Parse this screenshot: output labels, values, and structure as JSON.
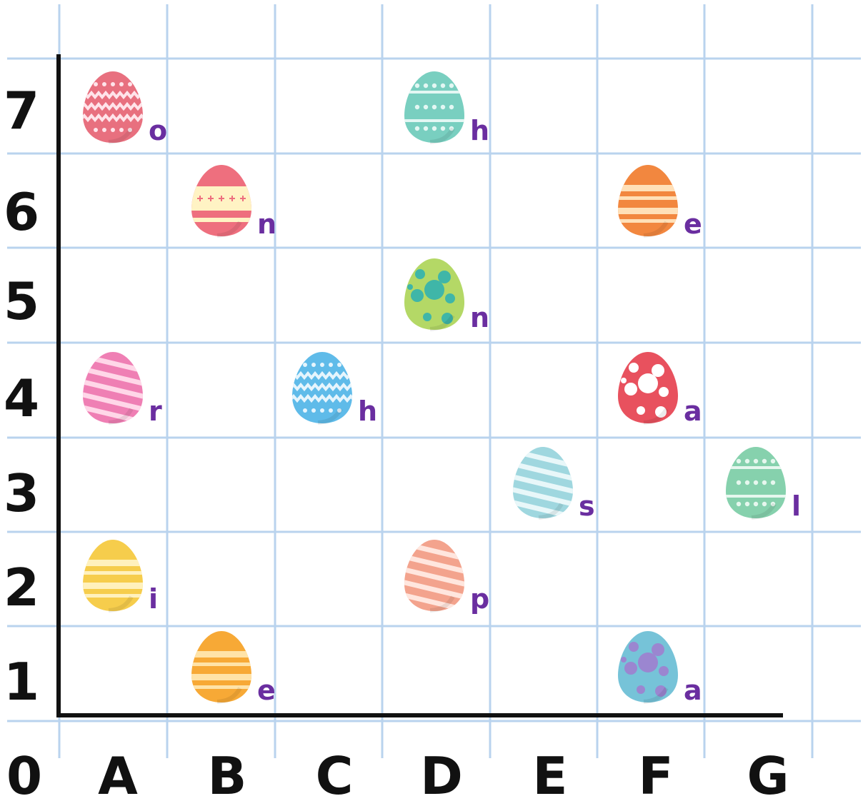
{
  "grid": {
    "columns": [
      "A",
      "B",
      "C",
      "D",
      "E",
      "F",
      "G"
    ],
    "rows": [
      "1",
      "2",
      "3",
      "4",
      "5",
      "6",
      "7"
    ],
    "origin_label": "0",
    "gridline_color": "#b9d3ee",
    "axis_color": "#111111",
    "letter_color": "#6a2ea0"
  },
  "eggs": [
    {
      "col": "A",
      "row": 7,
      "letter": "o",
      "base": "#e8707f",
      "accent": "#ffe4ea",
      "pattern": "zigzag"
    },
    {
      "col": "D",
      "row": 7,
      "letter": "h",
      "base": "#79cfc0",
      "accent": "#e3f7f3",
      "pattern": "dots-bands"
    },
    {
      "col": "B",
      "row": 6,
      "letter": "n",
      "base": "#ee6f7e",
      "accent": "#fff3c4",
      "pattern": "bands"
    },
    {
      "col": "F",
      "row": 6,
      "letter": "e",
      "base": "#f2873f",
      "accent": "#ffe0b8",
      "pattern": "stripes"
    },
    {
      "col": "D",
      "row": 5,
      "letter": "n",
      "base": "#b4d866",
      "accent": "#3fb6a8",
      "pattern": "spots"
    },
    {
      "col": "A",
      "row": 4,
      "letter": "r",
      "base": "#ef7fb4",
      "accent": "#ffd7e8",
      "pattern": "diagonal"
    },
    {
      "col": "C",
      "row": 4,
      "letter": "h",
      "base": "#5fbbe9",
      "accent": "#e6f5fd",
      "pattern": "zigzag"
    },
    {
      "col": "F",
      "row": 4,
      "letter": "a",
      "base": "#e8515e",
      "accent": "#ffffff",
      "pattern": "spots"
    },
    {
      "col": "E",
      "row": 3,
      "letter": "s",
      "base": "#9fd7df",
      "accent": "#e8f7f9",
      "pattern": "diagonal"
    },
    {
      "col": "G",
      "row": 3,
      "letter": "l",
      "base": "#86d1ad",
      "accent": "#e6f7ee",
      "pattern": "dots-bands"
    },
    {
      "col": "A",
      "row": 2,
      "letter": "i",
      "base": "#f6cd4c",
      "accent": "#fff1bd",
      "pattern": "stripes"
    },
    {
      "col": "D",
      "row": 2,
      "letter": "p",
      "base": "#f3a38d",
      "accent": "#ffe6de",
      "pattern": "diagonal"
    },
    {
      "col": "B",
      "row": 1,
      "letter": "e",
      "base": "#f7a936",
      "accent": "#ffe3a8",
      "pattern": "stripes"
    },
    {
      "col": "F",
      "row": 1,
      "letter": "a",
      "base": "#76c3d8",
      "accent": "#9b86d0",
      "pattern": "spots"
    }
  ]
}
